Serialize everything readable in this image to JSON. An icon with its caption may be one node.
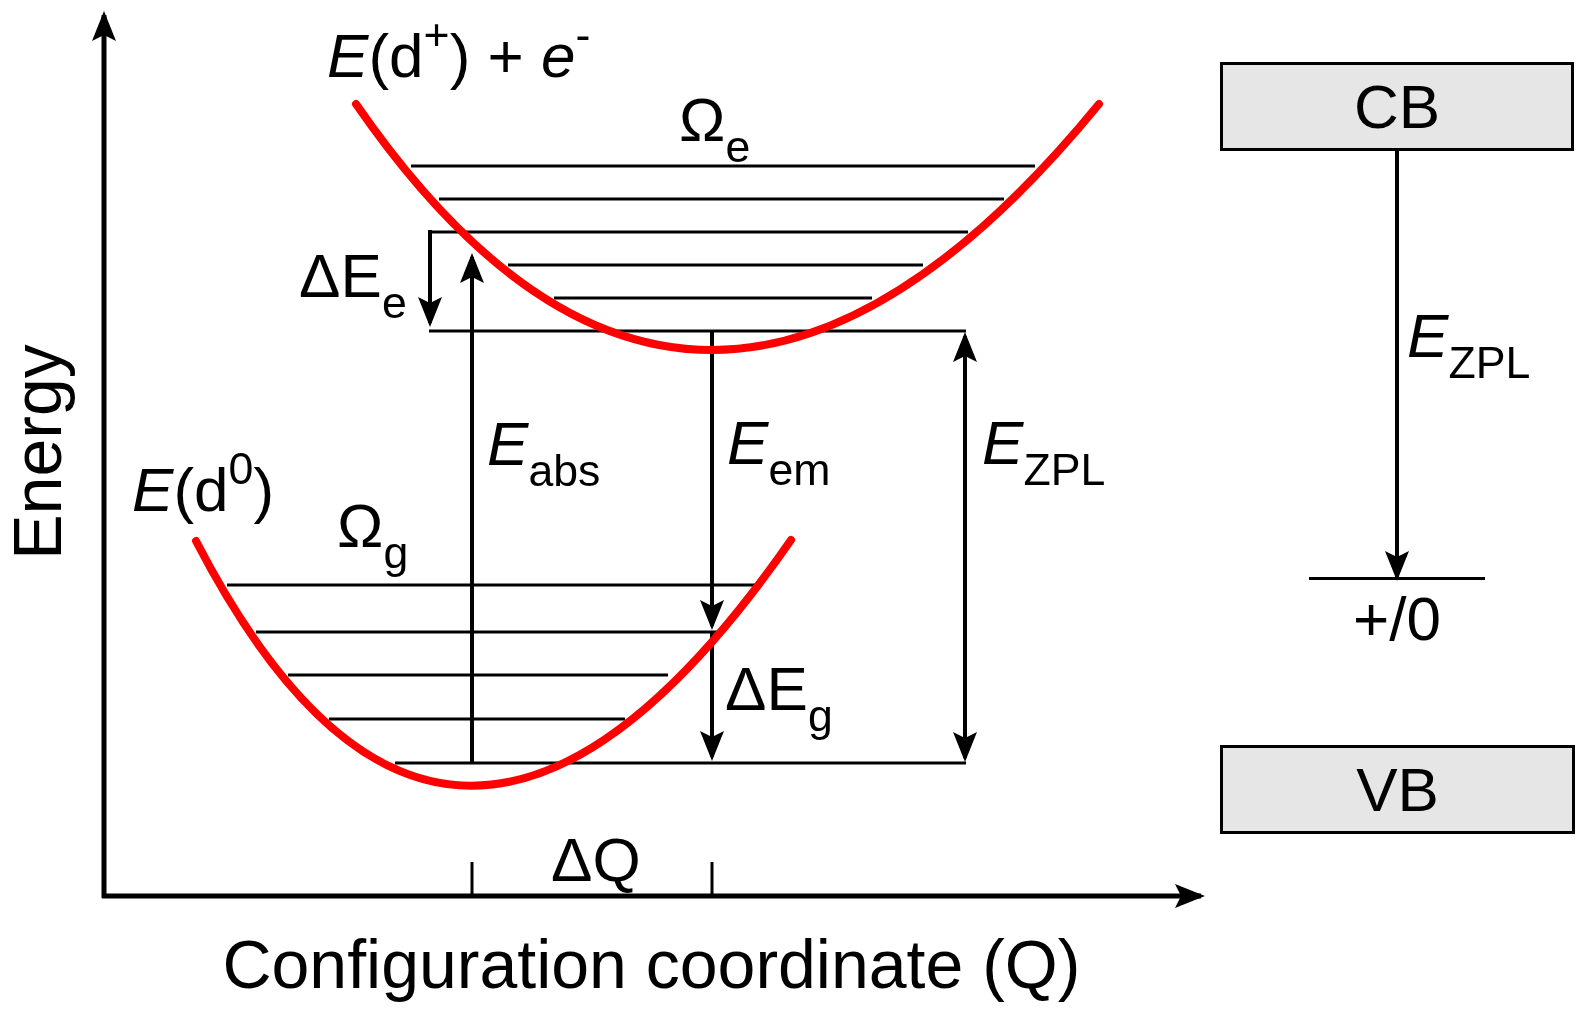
{
  "diagram": {
    "nodes": [
      {
        "text": [
          "CB"
        ]
      },
      {
        "text": [
          "+/0"
        ]
      },
      {
        "text": [
          "VB"
        ]
      }
    ],
    "edges": [
      {
        "from": 0,
        "to": 1,
        "arrow": "to",
        "label": "*E*$_{ZPL}$"
      }
    ],
    "labels": [
      "Energy",
      "*E*(d$^{+}$) + *e*$^{-}$",
      "Ω$_{e}$",
      "ΔE$_{e}$",
      "*E*$_{abs}$",
      "*E*$_{em}$",
      "*E*$_{ZPL}$",
      "*E*(d$^{0}$)",
      "Ω$_{g}$",
      "ΔE$_{g}$",
      "ΔQ",
      "Configuration coordinate (Q)"
    ]
  }
}
